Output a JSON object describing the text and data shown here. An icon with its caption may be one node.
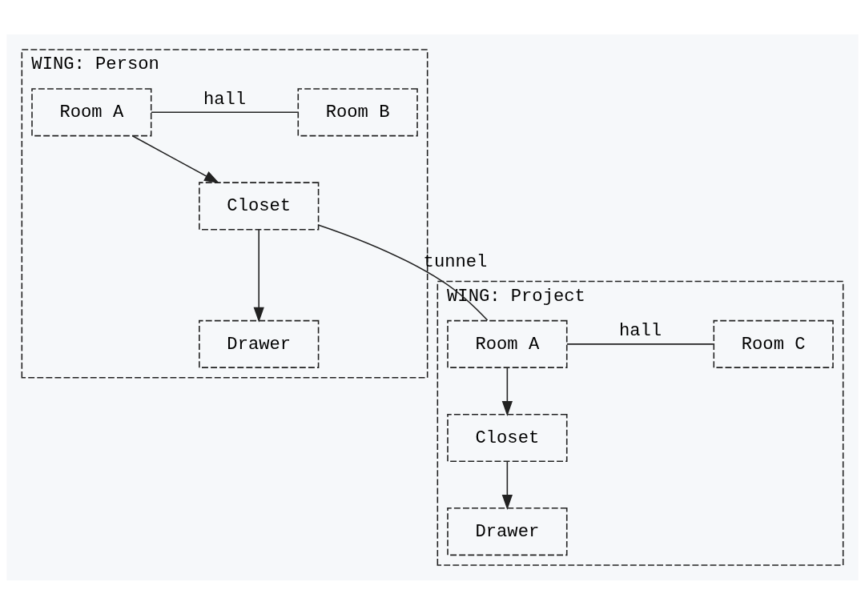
{
  "diagram": {
    "nodes": [
      {
        "text": [
          "WING: Person"
        ]
      },
      {
        "text": [
          "Room A"
        ],
        "in": 0
      },
      {
        "text": [
          "Room B"
        ],
        "in": 0
      },
      {
        "text": [
          "Closet"
        ],
        "in": 0
      },
      {
        "text": [
          "Drawer"
        ],
        "in": 0
      },
      {
        "text": [
          "WING: Project"
        ]
      },
      {
        "text": [
          "Room A"
        ],
        "in": 5
      },
      {
        "text": [
          "Room C"
        ],
        "in": 5
      },
      {
        "text": [
          "Closet"
        ],
        "in": 5
      },
      {
        "text": [
          "Drawer"
        ],
        "in": 5
      }
    ],
    "edges": [
      {
        "from": 1,
        "to": 2,
        "arrow": "none",
        "label": "hall"
      },
      {
        "from": 1,
        "to": 3,
        "arrow": "to"
      },
      {
        "from": 3,
        "to": 4,
        "arrow": "to"
      },
      {
        "from": 3,
        "to": 6,
        "arrow": "none",
        "label": "tunnel"
      },
      {
        "from": 6,
        "to": 7,
        "arrow": "none",
        "label": "hall"
      },
      {
        "from": 6,
        "to": 8,
        "arrow": "to"
      },
      {
        "from": 8,
        "to": 9,
        "arrow": "to"
      }
    ]
  }
}
